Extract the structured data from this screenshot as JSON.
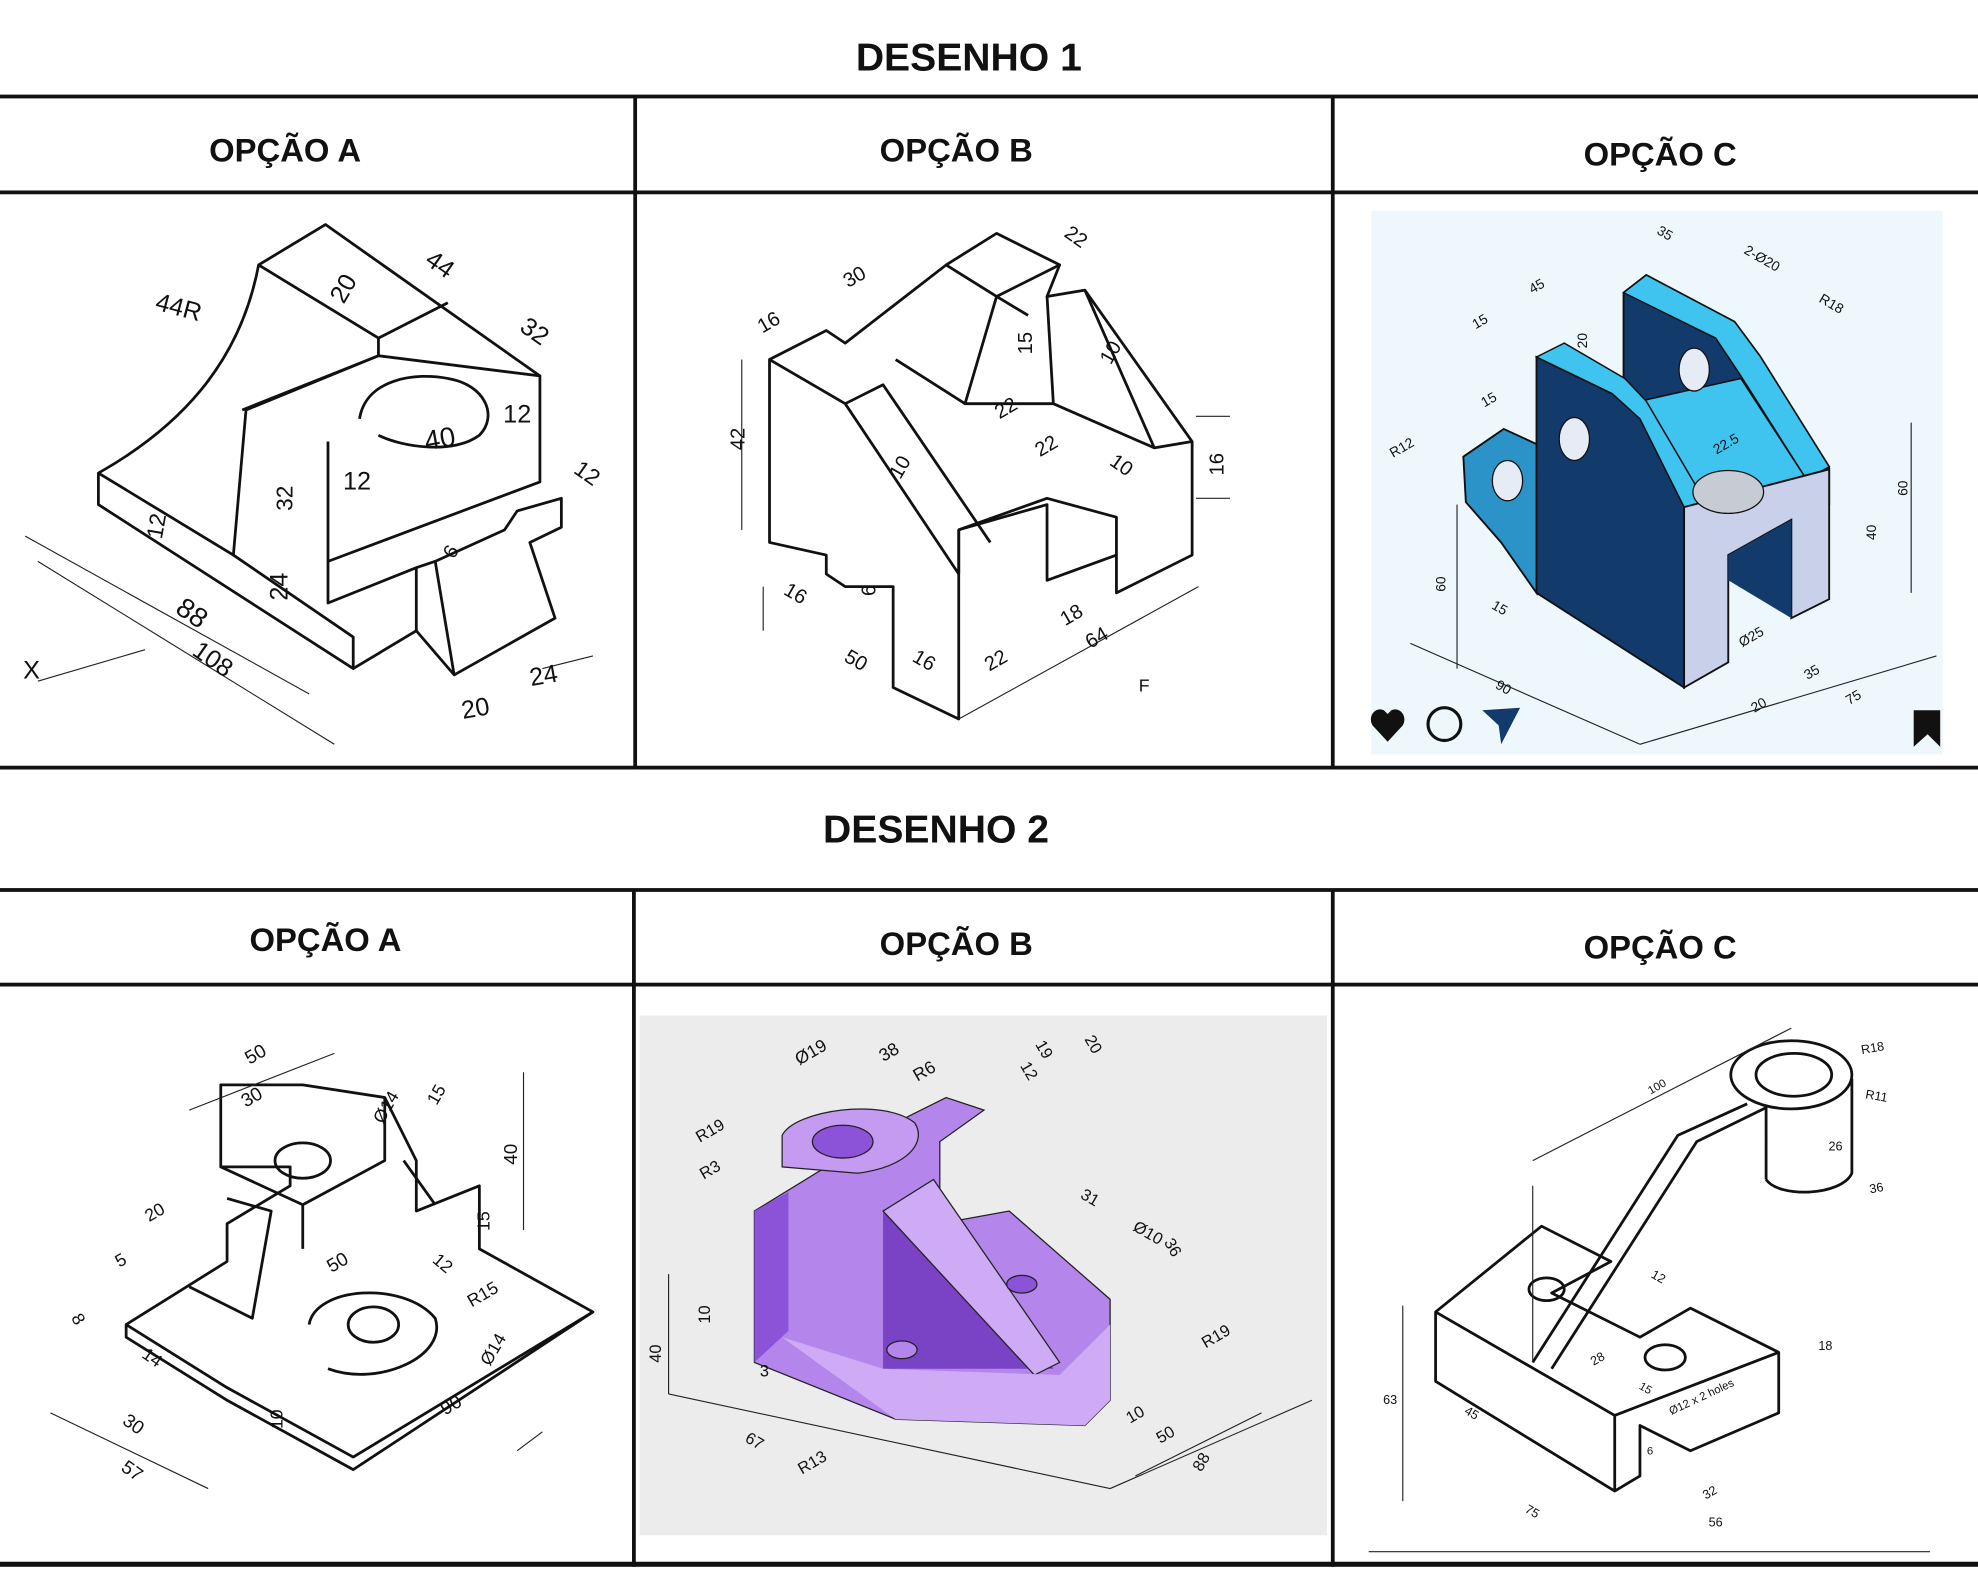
{
  "drawings": [
    {
      "title": "DESENHO 1",
      "options": [
        {
          "label": "OPÇÃO A",
          "dims": [
            "44R",
            "20",
            "44",
            "32",
            "40",
            "12",
            "12",
            "32",
            "24",
            "12",
            "12",
            "6",
            "88",
            "108",
            "20",
            "24",
            "X"
          ]
        },
        {
          "label": "OPÇÃO B",
          "dims": [
            "16",
            "30",
            "22",
            "15",
            "10",
            "22",
            "42",
            "22",
            "10",
            "10",
            "16",
            "16",
            "6",
            "50",
            "16",
            "22",
            "18",
            "64",
            "F"
          ]
        },
        {
          "label": "OPÇÃO C",
          "dims": [
            "35",
            "2-Ø20",
            "45",
            "R18",
            "15",
            "20",
            "15",
            "R12",
            "22.5",
            "60",
            "40",
            "60",
            "15",
            "Ø25",
            "90",
            "35",
            "20",
            "75"
          ],
          "icons": [
            "heart-icon",
            "comment-icon",
            "send-icon",
            "bookmark-icon"
          ]
        }
      ]
    },
    {
      "title": "DESENHO 2",
      "options": [
        {
          "label": "OPÇÃO A",
          "dims": [
            "50",
            "30",
            "Ø14",
            "15",
            "40",
            "20",
            "15",
            "5",
            "50",
            "12",
            "R15",
            "8",
            "14",
            "Ø14",
            "10",
            "30",
            "90",
            "57"
          ]
        },
        {
          "label": "OPÇÃO B",
          "dims": [
            "Ø19",
            "38",
            "R6",
            "19",
            "20",
            "12",
            "R19",
            "R3",
            "31",
            "Ø10",
            "36",
            "10",
            "R19",
            "40",
            "3",
            "10",
            "50",
            "67",
            "R13",
            "88"
          ]
        },
        {
          "label": "OPÇÃO C",
          "dims": [
            "100",
            "R18",
            "R11",
            "26",
            "36",
            "12",
            "18",
            "28",
            "63",
            "45",
            "15",
            "Ø12 x 2 holes",
            "6",
            "32",
            "75",
            "56"
          ]
        }
      ]
    }
  ],
  "colors": {
    "blue_dark": "#123a6b",
    "blue_light": "#3ec4ef",
    "grey_face": "#c9d1ea",
    "blue_bg": "#eef8fc",
    "purple": "#b486ec",
    "purple_dark": "#8c52d8",
    "purple_light": "#cfaaf5",
    "grey_bg": "#ececec"
  }
}
